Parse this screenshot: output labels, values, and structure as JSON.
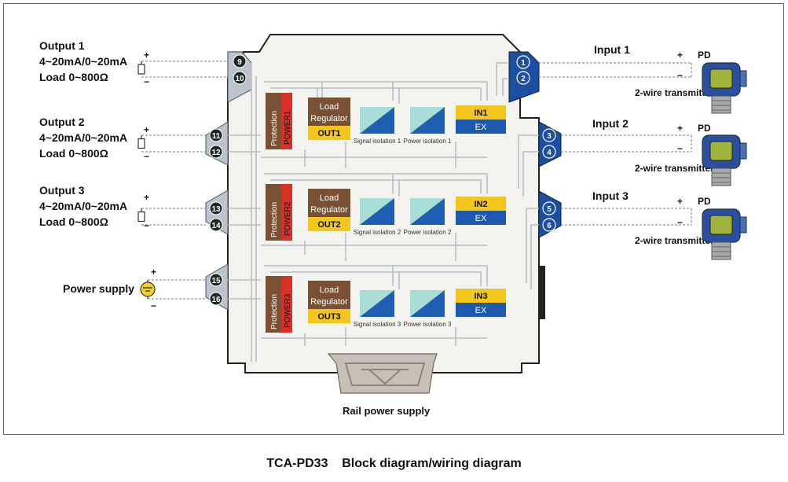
{
  "outputs": [
    {
      "title": "Output 1",
      "range": "4~20mA/0~20mA",
      "load": "Load 0~800Ω",
      "plus": "+",
      "minus": "−"
    },
    {
      "title": "Output 2",
      "range": "4~20mA/0~20mA",
      "load": "Load 0~800Ω",
      "plus": "+",
      "minus": "−"
    },
    {
      "title": "Output 3",
      "range": "4~20mA/0~20mA",
      "load": "Load 0~800Ω",
      "plus": "+",
      "minus": "−"
    }
  ],
  "power_supply": {
    "label": "Power supply",
    "plus": "+",
    "minus": "−"
  },
  "left_terminals": [
    "9",
    "10",
    "11",
    "12",
    "13",
    "14",
    "15",
    "16"
  ],
  "right_terminals": [
    "1",
    "2",
    "3",
    "4",
    "5",
    "6"
  ],
  "inputs": [
    {
      "title": "Input 1",
      "plus": "+",
      "minus": "−",
      "pd": "PD",
      "device": "2-wire transmitter"
    },
    {
      "title": "Input 2",
      "plus": "+",
      "minus": "−",
      "pd": "PD",
      "device": "2-wire transmitter"
    },
    {
      "title": "Input 3",
      "plus": "+",
      "minus": "−",
      "pd": "PD",
      "device": "2-wire transmitter"
    }
  ],
  "channels": [
    {
      "protection": "Protection",
      "power": "POWER1",
      "load_regulator": [
        "Load",
        "Regulator"
      ],
      "out": "OUT1",
      "sig_iso": "Signal isolation 1",
      "pow_iso": "Power isolation 1",
      "in": "IN1",
      "ex": "EX"
    },
    {
      "protection": "Protection",
      "power": "POWER2",
      "load_regulator": [
        "Load",
        "Regulator"
      ],
      "out": "OUT2",
      "sig_iso": "Signal isolation 2",
      "pow_iso": "Power isolation 2",
      "in": "IN2",
      "ex": "EX"
    },
    {
      "protection": "Protection",
      "power": "POWER3",
      "load_regulator": [
        "Load",
        "Regulator"
      ],
      "out": "OUT3",
      "sig_iso": "Signal isolation 3",
      "pow_iso": "Power isolation 3",
      "in": "IN3",
      "ex": "EX"
    }
  ],
  "rail_label": "Rail power supply",
  "caption": "TCA-PD33    Block diagram/wiring diagram",
  "colors": {
    "housing": "#f3f3ef",
    "housing_stroke": "#222222",
    "protection": "#7a5032",
    "power": "#d8312a",
    "load_reg": "#7a5032",
    "out": "#f2c61a",
    "in": "#f2c61a",
    "ex": "#1e59b0",
    "iso_dark": "#1e5fb3",
    "iso_light": "#a8ddd8",
    "terminal_left": "#b9c4cc",
    "terminal_right": "#1d4fa0",
    "terminal_dot": "#1d2a22",
    "wire": "#b8bfc6"
  }
}
